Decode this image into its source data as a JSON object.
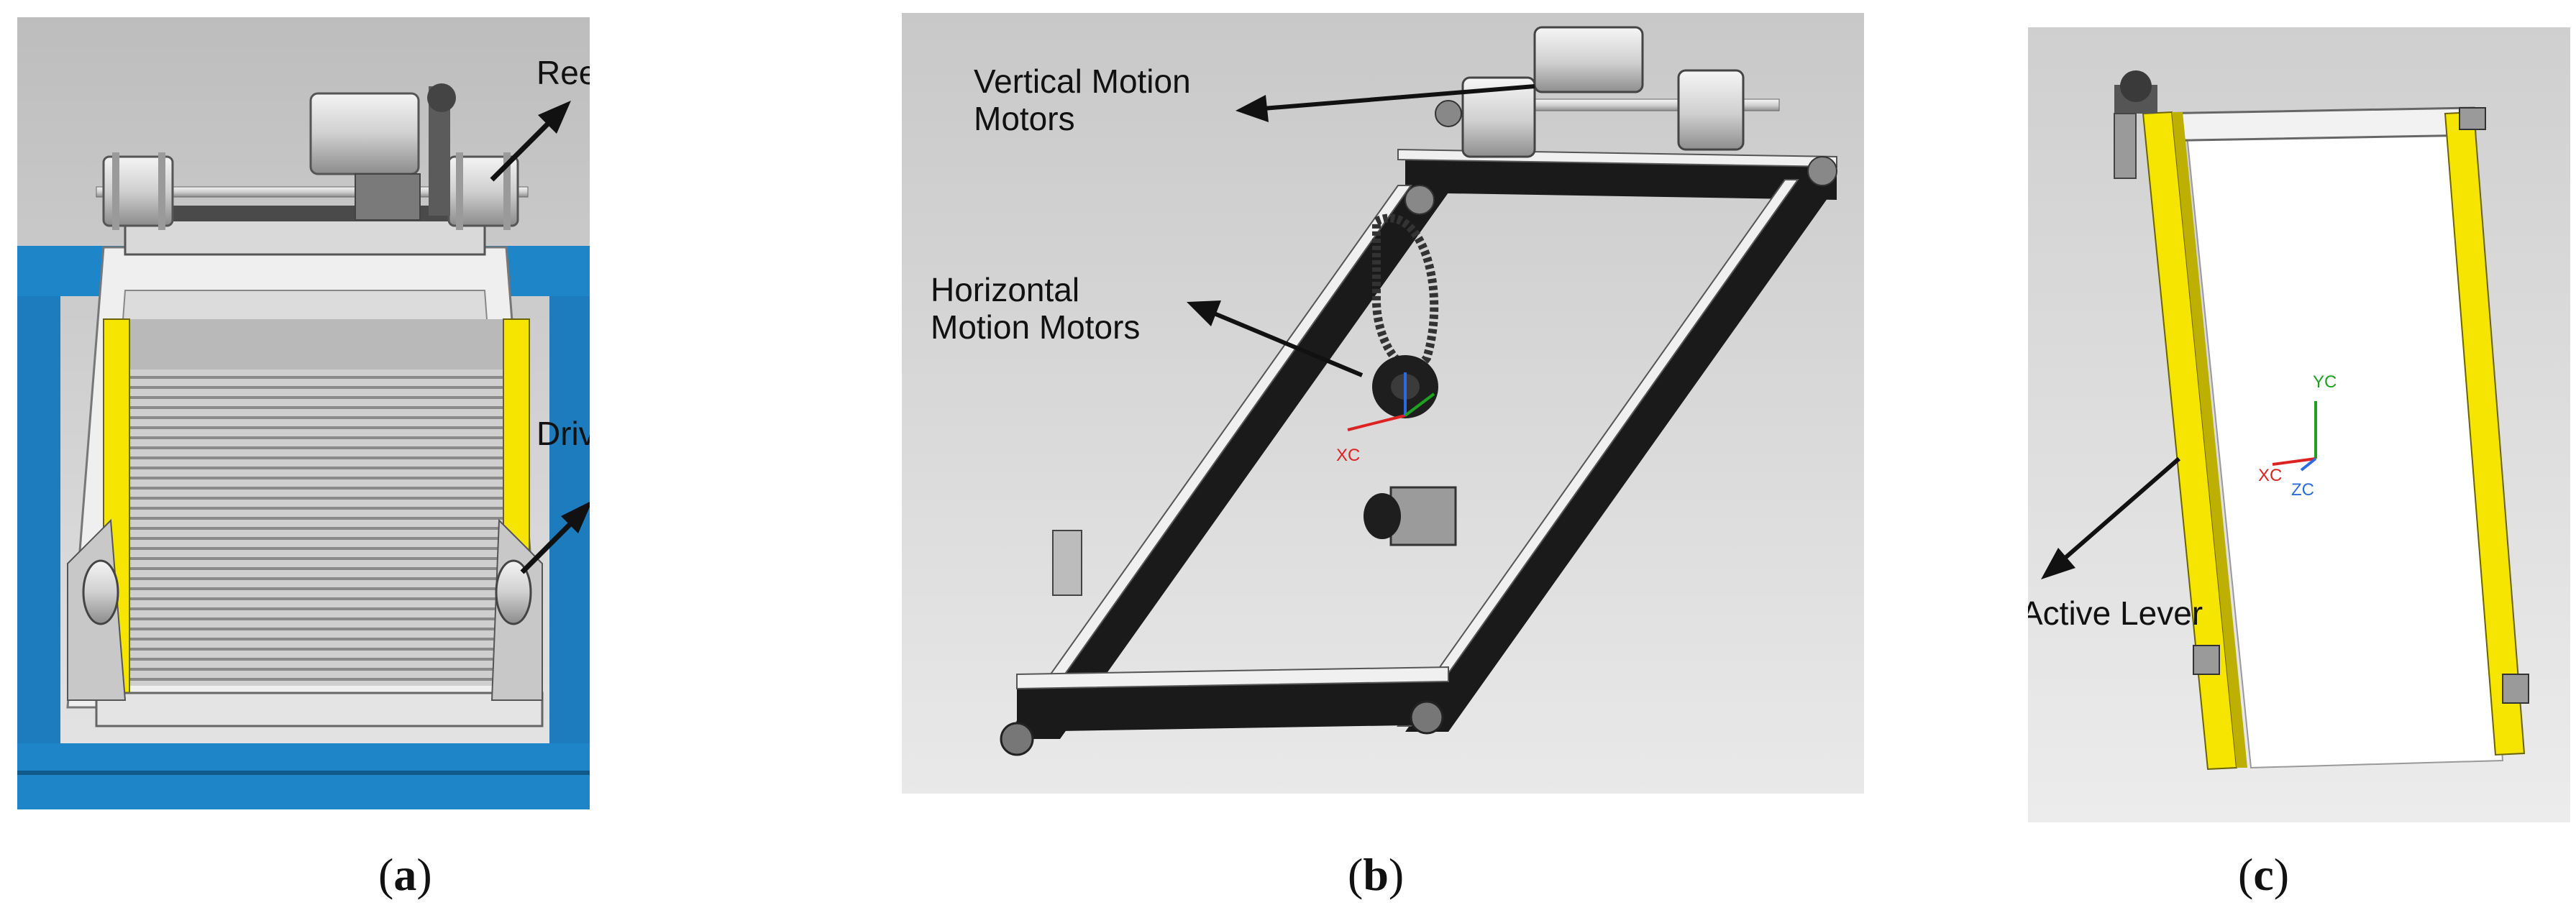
{
  "panels": [
    {
      "id": "a",
      "caption_open": "(",
      "caption_letter": "a",
      "caption_close": ")",
      "labels": {
        "reel": "Reel",
        "driven_wheel": "Driven Wheel"
      }
    },
    {
      "id": "b",
      "caption_open": "(",
      "caption_letter": "b",
      "caption_close": ")",
      "labels": {
        "vertical_motion_motors": "Vertical Motion\nMotors",
        "horizontal_motion_motors": "Horizontal\nMotion Motors",
        "axis_xc": "XC"
      }
    },
    {
      "id": "c",
      "caption_open": "(",
      "caption_letter": "c",
      "caption_close": ")",
      "labels": {
        "active_lever": "Active Lever",
        "axis_yc": "YC",
        "axis_xc": "XC",
        "axis_zc": "ZC"
      }
    }
  ],
  "colors": {
    "frame_yellow": "#f5e500",
    "track_blue": "#1e86c8",
    "bar_black": "#1a1a1a",
    "background_gray": "#d4d4d4"
  }
}
